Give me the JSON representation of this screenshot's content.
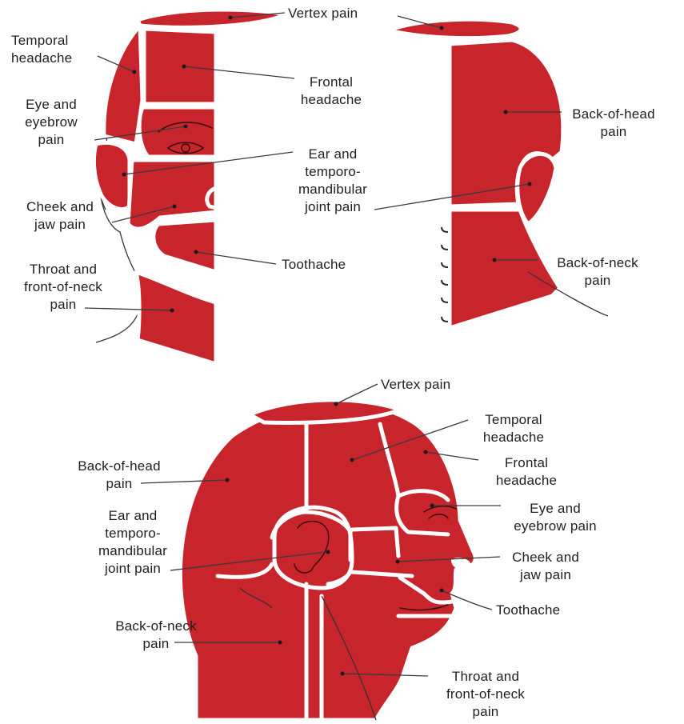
{
  "colors": {
    "region": "#c8242b",
    "divider": "#ffffff",
    "text": "#1f1f1f"
  },
  "front_view": {
    "vertex": "Vertex pain",
    "temporal": "Temporal\nheadache",
    "frontal": "Frontal\nheadache",
    "eye": "Eye and\neyebrow\npain",
    "ear": "Ear and\ntemporo-\nmandibular\njoint pain",
    "cheek": "Cheek and\njaw pain",
    "tooth": "Toothache",
    "throat": "Throat and\nfront-of-neck\npain"
  },
  "back_view": {
    "back_head": "Back-of-head\npain",
    "back_neck": "Back-of-neck\npain"
  },
  "side_view": {
    "vertex": "Vertex pain",
    "temporal": "Temporal\nheadache",
    "frontal": "Frontal\nheadache",
    "back_head": "Back-of-head\npain",
    "eye": "Eye and\neyebrow pain",
    "ear": "Ear and\ntemporo-\nmandibular\njoint pain",
    "cheek": "Cheek and\njaw pain",
    "tooth": "Toothache",
    "back_neck": "Back-of-neck\npain",
    "throat": "Throat and\nfront-of-neck\npain"
  }
}
